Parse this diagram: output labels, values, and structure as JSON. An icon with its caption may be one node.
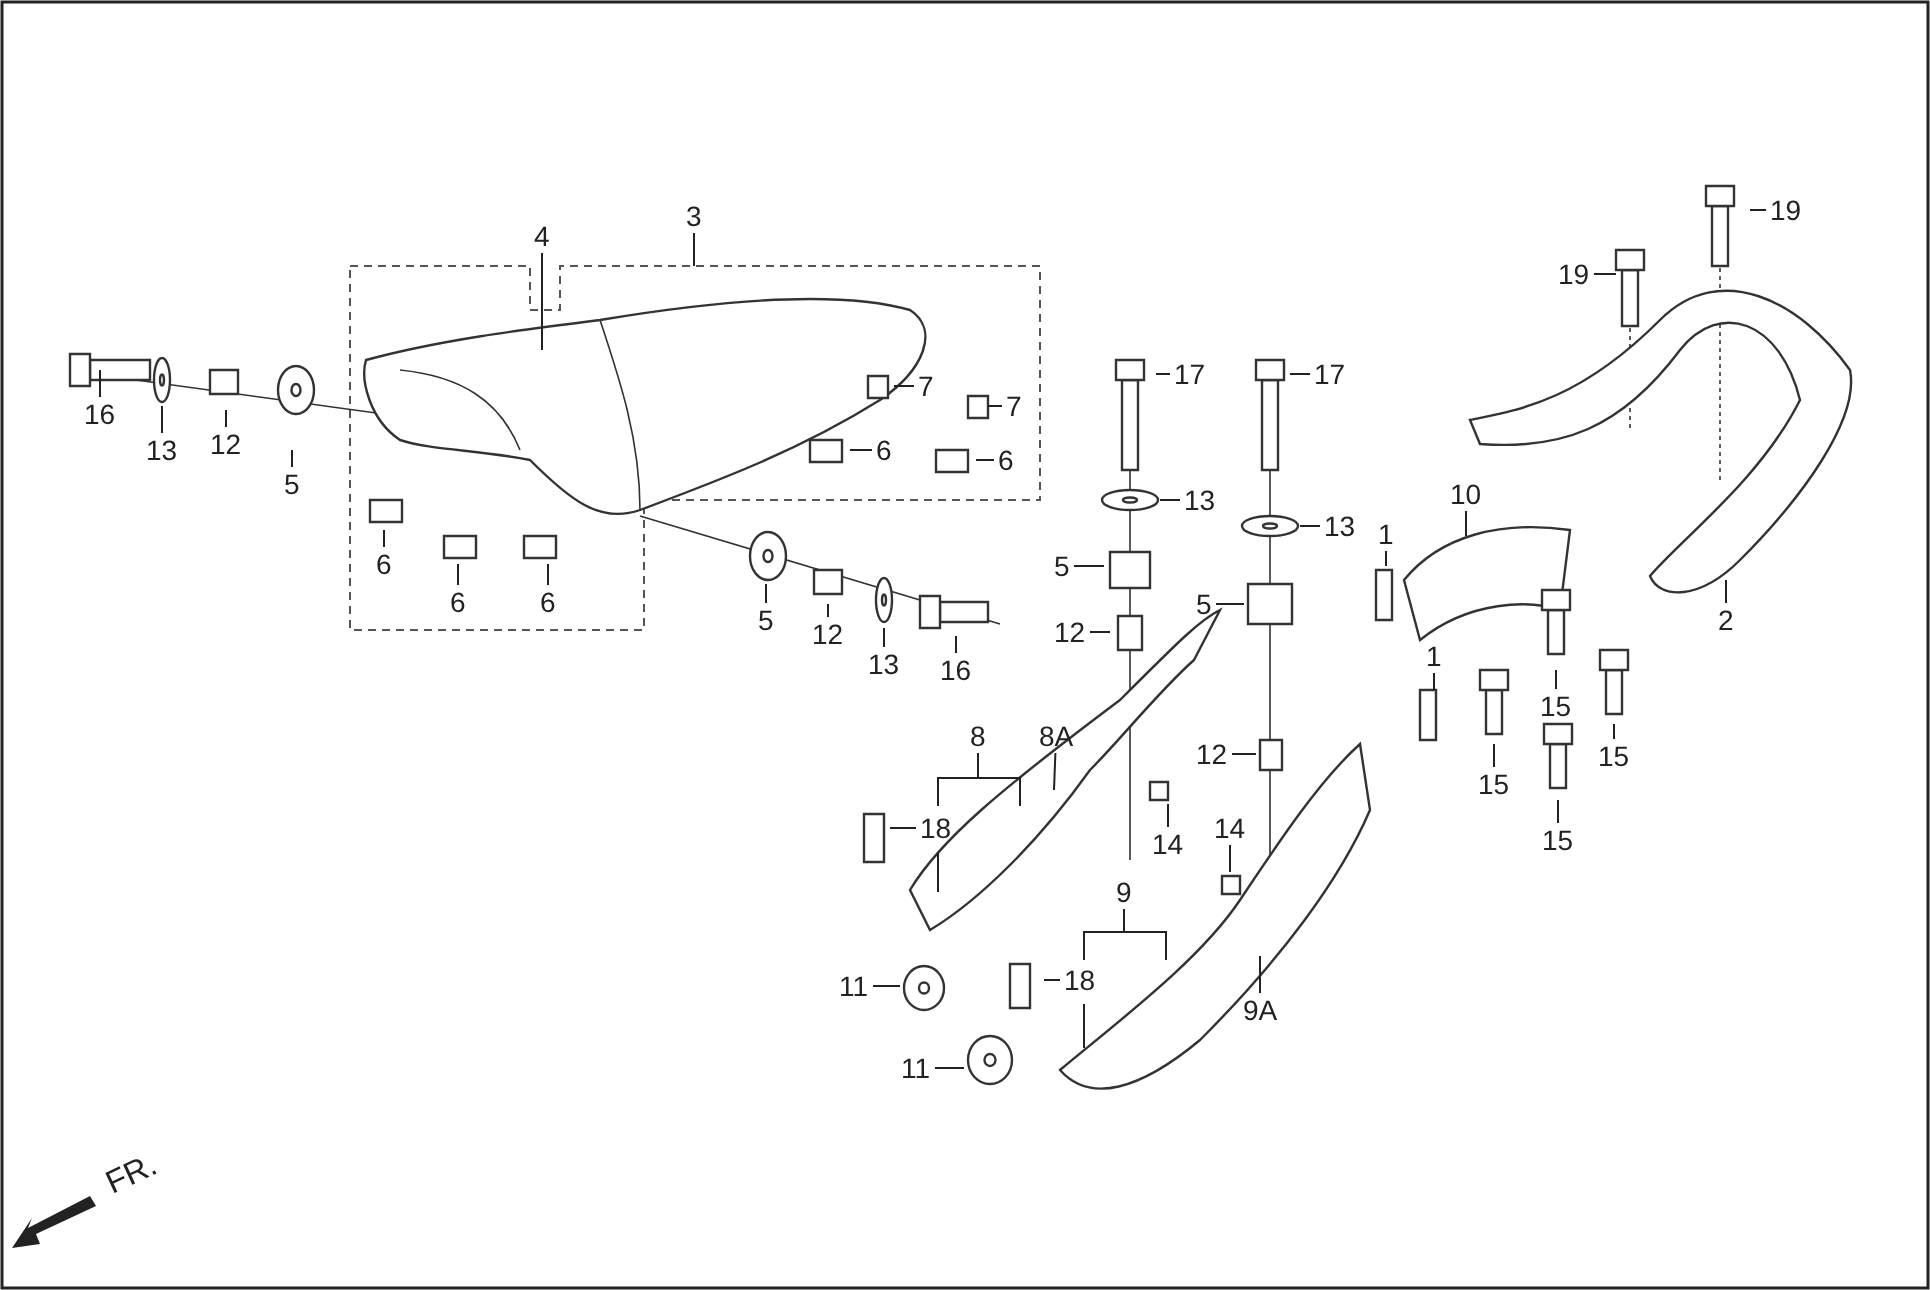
{
  "diagram": {
    "nodes": [
      {
        "text": [
          "3"
        ]
      },
      {
        "text": [
          "4"
        ]
      },
      {
        "text": [
          "19"
        ]
      },
      {
        "text": [
          "19"
        ]
      },
      {
        "text": [
          "16"
        ]
      },
      {
        "text": [
          "13"
        ]
      },
      {
        "text": [
          "12"
        ]
      },
      {
        "text": [
          "5"
        ]
      },
      {
        "text": [
          "7"
        ]
      },
      {
        "text": [
          "7"
        ]
      },
      {
        "text": [
          "17"
        ]
      },
      {
        "text": [
          "17"
        ]
      },
      {
        "text": [
          "6"
        ]
      },
      {
        "text": [
          "6"
        ]
      },
      {
        "text": [
          "13"
        ]
      },
      {
        "text": [
          "10"
        ]
      },
      {
        "text": [
          "13"
        ]
      },
      {
        "text": [
          "1"
        ]
      },
      {
        "text": [
          "5"
        ]
      },
      {
        "text": [
          "6"
        ]
      },
      {
        "text": [
          "5"
        ]
      },
      {
        "text": [
          "6"
        ]
      },
      {
        "text": [
          "6"
        ]
      },
      {
        "text": [
          "2"
        ]
      },
      {
        "text": [
          "5"
        ]
      },
      {
        "text": [
          "12"
        ]
      },
      {
        "text": [
          "13"
        ]
      },
      {
        "text": [
          "16"
        ]
      },
      {
        "text": [
          "12"
        ]
      },
      {
        "text": [
          "1"
        ]
      },
      {
        "text": [
          "15"
        ]
      },
      {
        "text": [
          "15"
        ]
      },
      {
        "text": [
          "8"
        ]
      },
      {
        "text": [
          "8A"
        ]
      },
      {
        "text": [
          "12"
        ]
      },
      {
        "text": [
          "15"
        ]
      },
      {
        "text": [
          "18"
        ]
      },
      {
        "text": [
          "14"
        ]
      },
      {
        "text": [
          "14"
        ]
      },
      {
        "text": [
          "15"
        ]
      },
      {
        "text": [
          "9"
        ]
      },
      {
        "text": [
          "18"
        ]
      },
      {
        "text": [
          "11"
        ]
      },
      {
        "text": [
          "9A"
        ]
      },
      {
        "text": [
          "11"
        ]
      }
    ],
    "edges": [
      {
        "from": 0,
        "to": null,
        "arrow": "none"
      },
      {
        "from": 1,
        "to": null,
        "arrow": "none"
      },
      {
        "from": 2,
        "to": null,
        "arrow": "none"
      },
      {
        "from": 3,
        "to": null,
        "arrow": "none"
      },
      {
        "from": 4,
        "to": null,
        "arrow": "none"
      },
      {
        "from": 5,
        "to": null,
        "arrow": "none"
      },
      {
        "from": 6,
        "to": null,
        "arrow": "none"
      },
      {
        "from": 7,
        "to": null,
        "arrow": "none"
      },
      {
        "from": 8,
        "to": null,
        "arrow": "none"
      },
      {
        "from": 9,
        "to": null,
        "arrow": "none"
      },
      {
        "from": 10,
        "to": null,
        "arrow": "none"
      },
      {
        "from": 11,
        "to": null,
        "arrow": "none"
      },
      {
        "from": 12,
        "to": null,
        "arrow": "none"
      },
      {
        "from": 13,
        "to": null,
        "arrow": "none"
      },
      {
        "from": 14,
        "to": null,
        "arrow": "none"
      },
      {
        "from": 15,
        "to": null,
        "arrow": "none"
      },
      {
        "from": 16,
        "to": null,
        "arrow": "none"
      },
      {
        "from": 17,
        "to": null,
        "arrow": "none"
      },
      {
        "from": 18,
        "to": null,
        "arrow": "none"
      },
      {
        "from": 19,
        "to": null,
        "arrow": "none"
      },
      {
        "from": 20,
        "to": null,
        "arrow": "none"
      },
      {
        "from": 21,
        "to": null,
        "arrow": "none"
      },
      {
        "from": 22,
        "to": null,
        "arrow": "none"
      },
      {
        "from": 23,
        "to": null,
        "arrow": "none"
      },
      {
        "from": 24,
        "to": null,
        "arrow": "none"
      },
      {
        "from": 25,
        "to": null,
        "arrow": "none"
      },
      {
        "from": 26,
        "to": null,
        "arrow": "none"
      },
      {
        "from": 27,
        "to": null,
        "arrow": "none"
      },
      {
        "from": 28,
        "to": null,
        "arrow": "none"
      },
      {
        "from": 29,
        "to": null,
        "arrow": "none"
      },
      {
        "from": 30,
        "to": null,
        "arrow": "none"
      },
      {
        "from": 31,
        "to": null,
        "arrow": "none"
      },
      {
        "from": 32,
        "to": null,
        "arrow": "none"
      },
      {
        "from": 32,
        "to": null,
        "arrow": "none"
      },
      {
        "from": 33,
        "to": null,
        "arrow": "none"
      },
      {
        "from": 34,
        "to": null,
        "arrow": "none"
      },
      {
        "from": 35,
        "to": null,
        "arrow": "none"
      },
      {
        "from": 36,
        "to": null,
        "arrow": "none"
      },
      {
        "from": 37,
        "to": null,
        "arrow": "none"
      },
      {
        "from": 38,
        "to": null,
        "arrow": "none"
      },
      {
        "from": 39,
        "to": null,
        "arrow": "none"
      },
      {
        "from": 40,
        "to": null,
        "arrow": "none"
      },
      {
        "from": 40,
        "to": null,
        "arrow": "none"
      },
      {
        "from": 41,
        "to": null,
        "arrow": "none"
      },
      {
        "from": 42,
        "to": null,
        "arrow": "none"
      },
      {
        "from": 43,
        "to": null,
        "arrow": "none"
      },
      {
        "from": 44,
        "to": null,
        "arrow": "none"
      }
    ],
    "labels": [
      "FR."
    ]
  }
}
